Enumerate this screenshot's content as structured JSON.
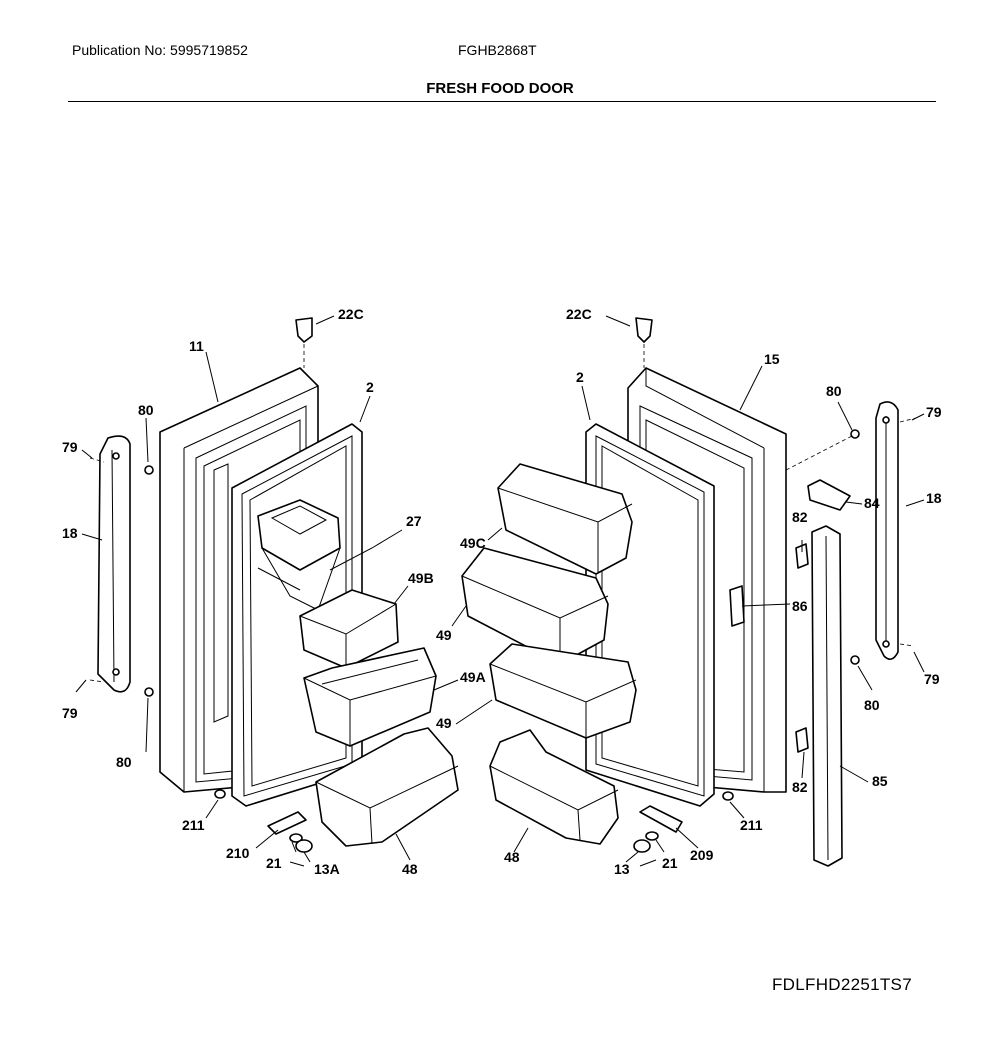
{
  "header": {
    "publication": "Publication No: 5995719852",
    "model": "FGHB2868T",
    "title": "FRESH FOOD DOOR"
  },
  "footer": {
    "code": "FDLFHD2251TS7"
  },
  "parts": {
    "p22c_left": "22C",
    "p22c_right": "22C",
    "p11": "11",
    "p15": "15",
    "p2_left": "2",
    "p2_right": "2",
    "p80_lt": "80",
    "p80_rt": "80",
    "p80_lb": "80",
    "p80_rb": "80",
    "p79_lt": "79",
    "p79_rt": "79",
    "p79_lb": "79",
    "p79_rb": "79",
    "p18_left": "18",
    "p18_right": "18",
    "p27": "27",
    "p49c": "49C",
    "p49b": "49B",
    "p49_upper": "49",
    "p49a": "49A",
    "p49_lower": "49",
    "p84": "84",
    "p82_top": "82",
    "p82_bottom": "82",
    "p86": "86",
    "p85": "85",
    "p211_left": "211",
    "p211_right": "211",
    "p210": "210",
    "p209": "209",
    "p21_left": "21",
    "p21_right": "21",
    "p13a": "13A",
    "p13": "13",
    "p48_left": "48",
    "p48_right": "48"
  }
}
